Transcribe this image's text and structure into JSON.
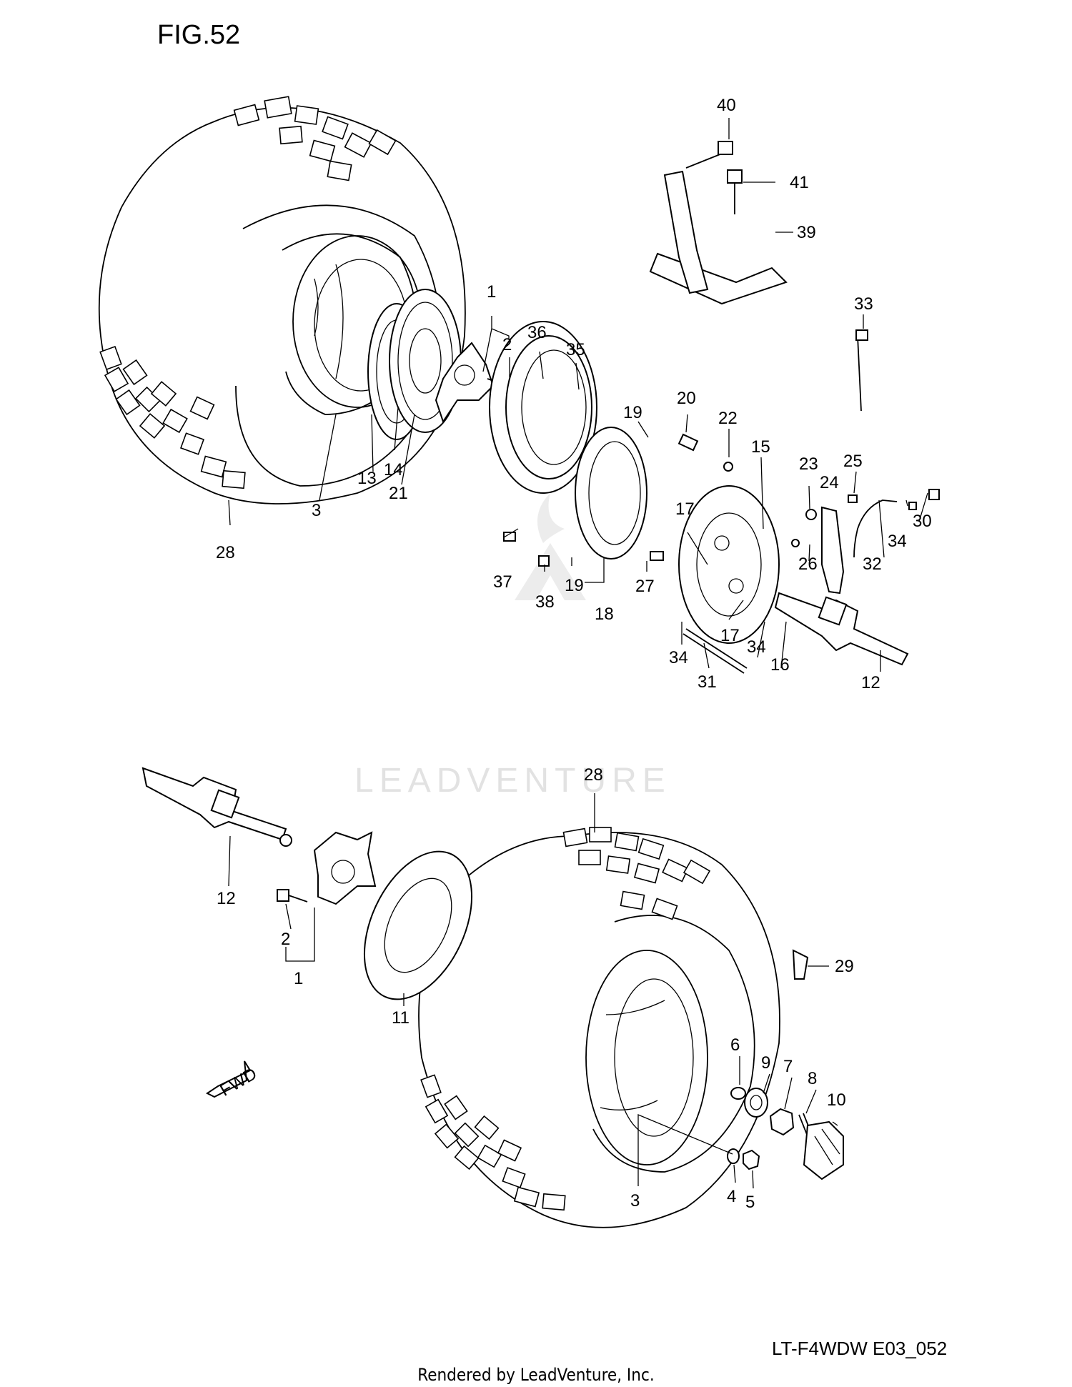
{
  "figure": {
    "title": "FIG.52",
    "drawing_code": "LT-F4WDW E03_052",
    "footer": "Rendered by LeadVenture, Inc.",
    "watermark": "LEADVENTURE"
  },
  "callouts": [
    {
      "id": "c40",
      "label": "40"
    },
    {
      "id": "c41",
      "label": "41"
    },
    {
      "id": "c39",
      "label": "39"
    },
    {
      "id": "c33",
      "label": "33"
    },
    {
      "id": "c1a",
      "label": "1"
    },
    {
      "id": "c2a",
      "label": "2"
    },
    {
      "id": "c36",
      "label": "36"
    },
    {
      "id": "c35",
      "label": "35"
    },
    {
      "id": "c20",
      "label": "20"
    },
    {
      "id": "c19a",
      "label": "19"
    },
    {
      "id": "c22",
      "label": "22"
    },
    {
      "id": "c15",
      "label": "15"
    },
    {
      "id": "c23",
      "label": "23"
    },
    {
      "id": "c25",
      "label": "25"
    },
    {
      "id": "c24",
      "label": "24"
    },
    {
      "id": "c30",
      "label": "30"
    },
    {
      "id": "c34a",
      "label": "34"
    },
    {
      "id": "c32",
      "label": "32"
    },
    {
      "id": "c26",
      "label": "26"
    },
    {
      "id": "c17a",
      "label": "17"
    },
    {
      "id": "c13",
      "label": "13"
    },
    {
      "id": "c14",
      "label": "14"
    },
    {
      "id": "c21",
      "label": "21"
    },
    {
      "id": "c3a",
      "label": "3"
    },
    {
      "id": "c28a",
      "label": "28"
    },
    {
      "id": "c37",
      "label": "37"
    },
    {
      "id": "c38",
      "label": "38"
    },
    {
      "id": "c19b",
      "label": "19"
    },
    {
      "id": "c18",
      "label": "18"
    },
    {
      "id": "c27",
      "label": "27"
    },
    {
      "id": "c17b",
      "label": "17"
    },
    {
      "id": "c34b",
      "label": "34"
    },
    {
      "id": "c34c",
      "label": "34"
    },
    {
      "id": "c31",
      "label": "31"
    },
    {
      "id": "c16",
      "label": "16"
    },
    {
      "id": "c12a",
      "label": "12"
    },
    {
      "id": "c28b",
      "label": "28"
    },
    {
      "id": "c12b",
      "label": "12"
    },
    {
      "id": "c2b",
      "label": "2"
    },
    {
      "id": "c1b",
      "label": "1"
    },
    {
      "id": "c11",
      "label": "11"
    },
    {
      "id": "c29",
      "label": "29"
    },
    {
      "id": "c6",
      "label": "6"
    },
    {
      "id": "c9",
      "label": "9"
    },
    {
      "id": "c7",
      "label": "7"
    },
    {
      "id": "c8",
      "label": "8"
    },
    {
      "id": "c10",
      "label": "10"
    },
    {
      "id": "c4",
      "label": "4"
    },
    {
      "id": "c5",
      "label": "5"
    },
    {
      "id": "c3b",
      "label": "3"
    }
  ],
  "direction_marker": {
    "label": "FWD"
  }
}
